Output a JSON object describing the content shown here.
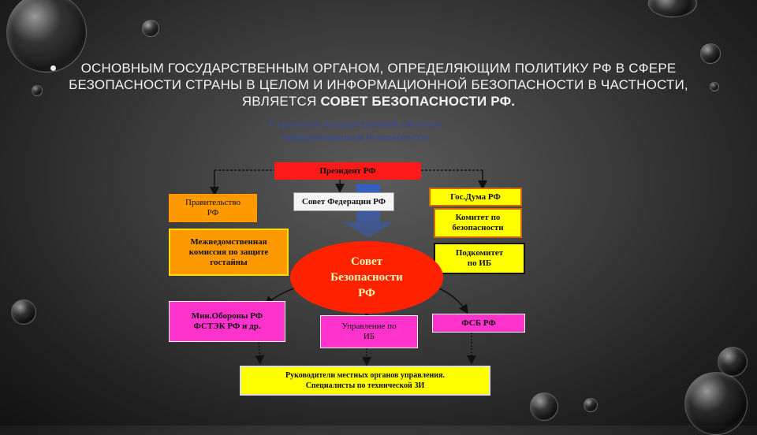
{
  "slide": {
    "title_part1": "ОСНОВНЫМ ГОСУДАРСТВЕННЫМ ОРГАНОМ, ОПРЕДЕЛЯЮЩИМ ПОЛИТИКУ РФ В СФЕРЕ БЕЗОПАСНОСТИ СТРАНЫ В ЦЕЛОМ И ИНФОРМАЦИОННОЙ БЕЗОПАСНОСТИ В ЧАСТНОСТИ, ЯВЛЯЕТСЯ ",
    "title_bold": "СОВЕТ БЕЗОПАСНОСТИ РФ."
  },
  "diagram": {
    "title_line1": "Структура государственной системы",
    "title_line2": "информационной безопасности",
    "president": "Президент РФ",
    "government_line1": "Правительство",
    "government_line2": "РФ",
    "federation_council": "Совет Федерации РФ",
    "duma": "Гос.Дума РФ",
    "security_committee_line1": "Комитет по",
    "security_committee_line2": "безопасности",
    "interagency_line1": "Межведомственная",
    "interagency_line2": "комиссия по защите",
    "interagency_line3": "гостайны",
    "subcommittee_line1": "Подкомитет",
    "subcommittee_line2": "по ИБ",
    "security_council_line1": "Совет",
    "security_council_line2": "Безопасности",
    "security_council_line3": "РФ",
    "ministry_line1": "Мин.Обороны РФ",
    "ministry_line2": "ФСТЭК РФ и др.",
    "ib_department_line1": "Управление по",
    "ib_department_line2": "ИБ",
    "fsb": "ФСБ РФ",
    "local_line1": "Руководители местных органов управления.",
    "local_line2": "Специалисты по технической ЗИ"
  },
  "colors": {
    "accent_red": "#ff1a1a",
    "orange": "#ff9900",
    "yellow": "#ffff00",
    "pink": "#ff33cc",
    "arrow_blue": "#2f5fd0"
  }
}
